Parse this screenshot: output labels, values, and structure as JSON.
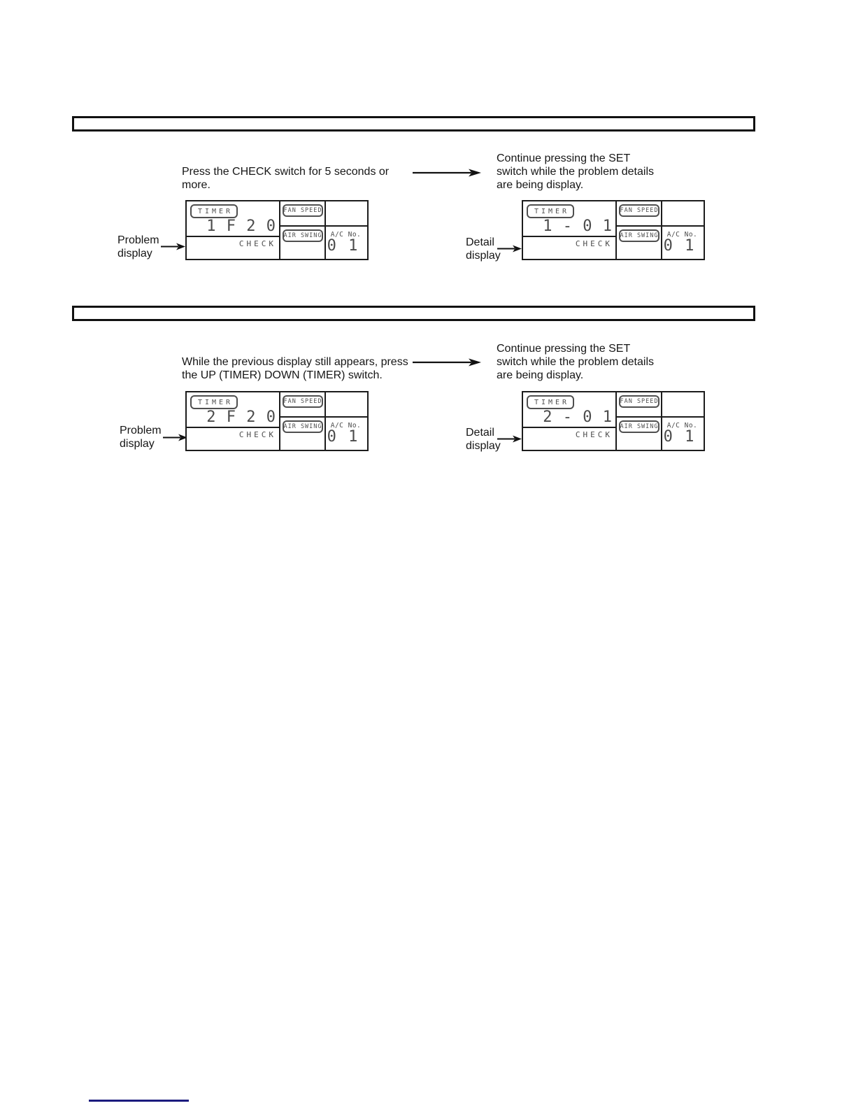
{
  "display_labels": {
    "timer": "TIMER",
    "fan_speed": "FAN SPEED",
    "air_swing": "AIR SWING",
    "check": "CHECK",
    "ac_no": "A/C No.",
    "ac_no_value": "0 1"
  },
  "sections": [
    {
      "caption_left_lines": [
        "Press the CHECK switch for 5 seconds or",
        "more."
      ],
      "caption_right_lines": [
        "Continue pressing the SET",
        "switch while the problem details",
        "are being display."
      ],
      "problem_label_lines": [
        "Problem",
        "display"
      ],
      "detail_label_lines": [
        "Detail",
        "display"
      ],
      "problem_value": "1 F 2 0",
      "detail_value": "1 - 0 1"
    },
    {
      "caption_left_lines": [
        "While the previous display still appears, press",
        "the UP (TIMER) DOWN (TIMER) switch."
      ],
      "caption_right_lines": [
        "Continue pressing the SET",
        "switch while the problem details",
        "are being display."
      ],
      "problem_label_lines": [
        "Problem",
        "display"
      ],
      "detail_label_lines": [
        "Detail",
        "display"
      ],
      "problem_value": "2 F 2 0",
      "detail_value": "2 - 0 1"
    }
  ],
  "colors": {
    "accent_line": "#1b1b7e",
    "display_ink": "#4b4b4b"
  }
}
